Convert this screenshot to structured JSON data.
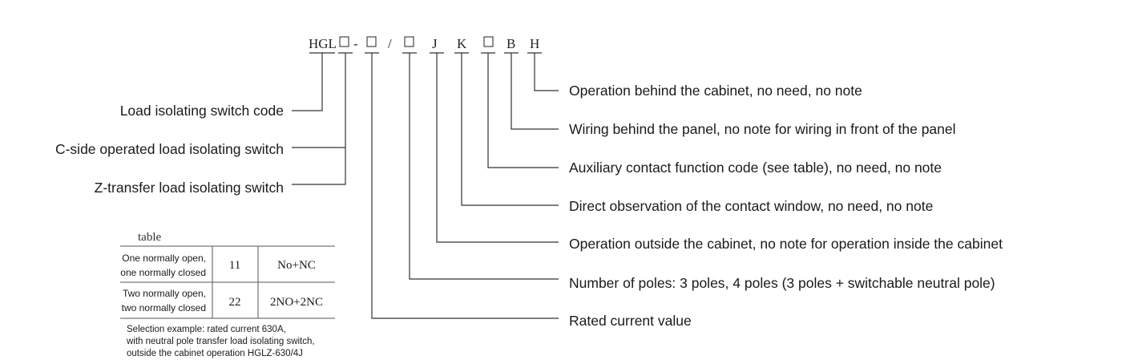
{
  "model_code": {
    "prefix": "HGL",
    "segments": [
      "□",
      "-",
      "□",
      "/",
      "□",
      "J",
      "K",
      "□",
      "B",
      "H"
    ]
  },
  "left_labels": [
    "Load isolating switch code",
    "C-side operated load isolating switch",
    "Z-transfer load isolating switch"
  ],
  "right_labels": [
    "Operation behind the cabinet, no need, no note",
    "Wiring behind the panel, no note for wiring in front of the panel",
    "Auxiliary contact function code (see table), no need, no note",
    "Direct observation of the contact window, no need, no note",
    "Operation outside the cabinet, no note for operation inside the cabinet",
    "Number of poles: 3 poles, 4 poles (3 poles + switchable neutral pole)",
    "Rated current value"
  ],
  "table": {
    "caption": "table",
    "rows": [
      {
        "desc_line1": "One normally open,",
        "desc_line2": "one normally closed",
        "code": "11",
        "contacts": "No+NC"
      },
      {
        "desc_line1": "Two normally open,",
        "desc_line2": "two normally closed",
        "code": "22",
        "contacts": "2NO+2NC"
      }
    ]
  },
  "example": {
    "line1": "Selection example: rated current 630A,",
    "line2": "with neutral pole transfer load isolating switch,",
    "line3": "outside the cabinet operation HGLZ-630/4J"
  }
}
